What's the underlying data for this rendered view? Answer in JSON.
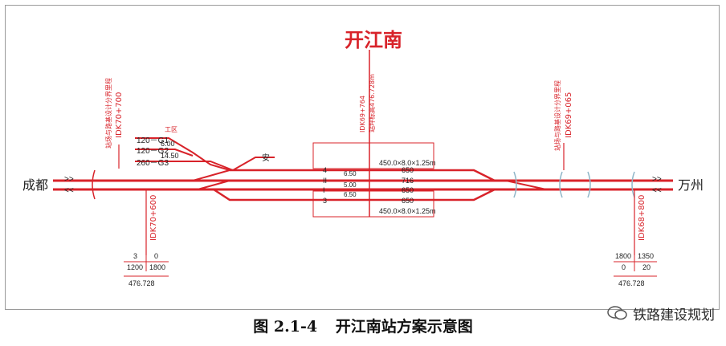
{
  "station": {
    "name": "开江南"
  },
  "stations": {
    "left": "成都",
    "right": "万州"
  },
  "boundary_labels": {
    "left_note": "站场与路基设计分界里程",
    "left_km": "IDK70+700",
    "right_note": "站场与路基设计分界里程",
    "right_km": "IDK69+065",
    "center_km": "IDK69+764",
    "center_note": "站坪标高476.728m"
  },
  "mileposts": {
    "left": "IDK70+600",
    "right": "IDK68+800"
  },
  "sidings": {
    "area_label": "工区",
    "g1": "120－G1",
    "g2": "120－G2",
    "g3": "260－G3",
    "d1": "6.00",
    "d2": "14.50",
    "safety": "安"
  },
  "tracks": [
    {
      "id": "4",
      "spacing": "6.50",
      "length": "650"
    },
    {
      "id": "II",
      "spacing": "5.00",
      "length": "716"
    },
    {
      "id": "I",
      "spacing": "6.50",
      "length": "650"
    },
    {
      "id": "3",
      "spacing": "",
      "length": "650"
    }
  ],
  "platforms": {
    "top": "450.0×8.0×1.25m",
    "bottom": "450.0×8.0×1.25m"
  },
  "profile_left": {
    "a": "3",
    "b": "0",
    "c": "1200",
    "d": "1800",
    "elev": "476.728"
  },
  "profile_right": {
    "a": "1800",
    "b": "1350",
    "c": "0",
    "d": "20",
    "elev": "476.728"
  },
  "caption": {
    "fig": "图 2.1-4",
    "title": "开江南站方案示意图"
  },
  "watermark": "铁路建设规划",
  "colors": {
    "line": "#d8232a"
  }
}
